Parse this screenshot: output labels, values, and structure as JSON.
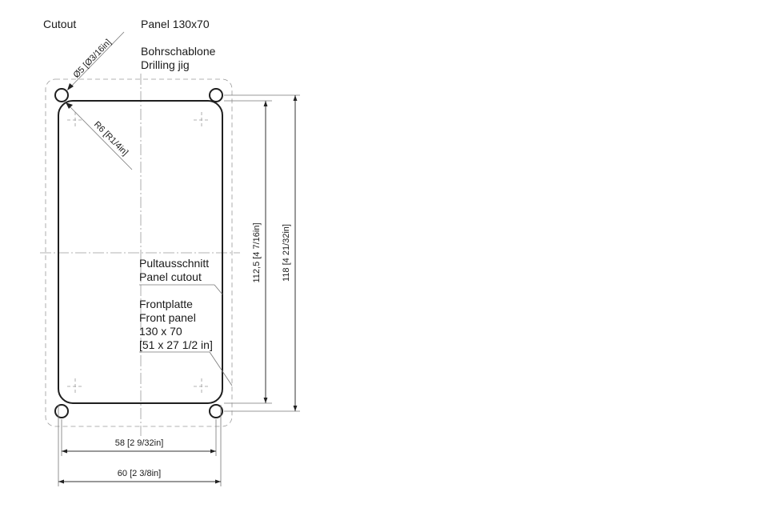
{
  "headings": {
    "cutout": "Cutout",
    "panel": "Panel 130x70",
    "jig_de": "Bohrschablone",
    "jig_en": "Drilling jig"
  },
  "callouts": {
    "hole_diameter": "Ø5 [Ø3/16in]",
    "corner_radius": "R6 [R1/4in]",
    "cutout_de": "Pultausschnitt",
    "cutout_en": "Panel cutout",
    "front_de": "Frontplatte",
    "front_en": "Front panel",
    "front_size": "130 x 70",
    "front_size_in": "[51 x 27 1/2 in]"
  },
  "dimensions": {
    "inner_height": "112,5 [4 7/16in]",
    "outer_height": "118 [4 21/32in]",
    "inner_width": "58 [2 9/32in]",
    "outer_width": "60 [2 3/8in]"
  }
}
